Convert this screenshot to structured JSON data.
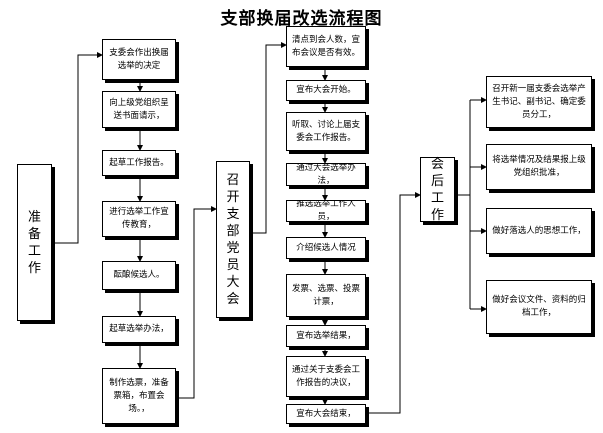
{
  "title": "支部换届改选流程图",
  "phase1": {
    "label": "准备工作",
    "steps": [
      "支委会作出换届选举的决定",
      "向上级党组织呈送书面请示，",
      "起草工作报告。",
      "进行选举工作宣传教育，",
      "酝酿候选人。",
      "起草选举办法，",
      "制作选票，准备票箱，布置会场。，"
    ]
  },
  "phase2": {
    "label": "召开支部党员大会",
    "steps": [
      "清点到会人数，宣布会议是否有效。",
      "宣布大会开始。",
      "听取、讨论上届支委会工作报告。",
      "通过大会选举办法，",
      "推选选举工作人员，",
      "介绍候选人情况",
      "发票、选票、投票计票，",
      "宣布选举结果，",
      "通过关于支委会工作报告的决议，",
      "宣布大会结束，"
    ]
  },
  "phase3": {
    "label": "会后工作",
    "steps": [
      "召开新一届支委会选举产生书记、副书记、确定委员分工，",
      "将选举情况及结果报上级党组织批准，",
      "做好落选人的思想工作，",
      "做好会议文件、资料的归档工作，"
    ]
  }
}
